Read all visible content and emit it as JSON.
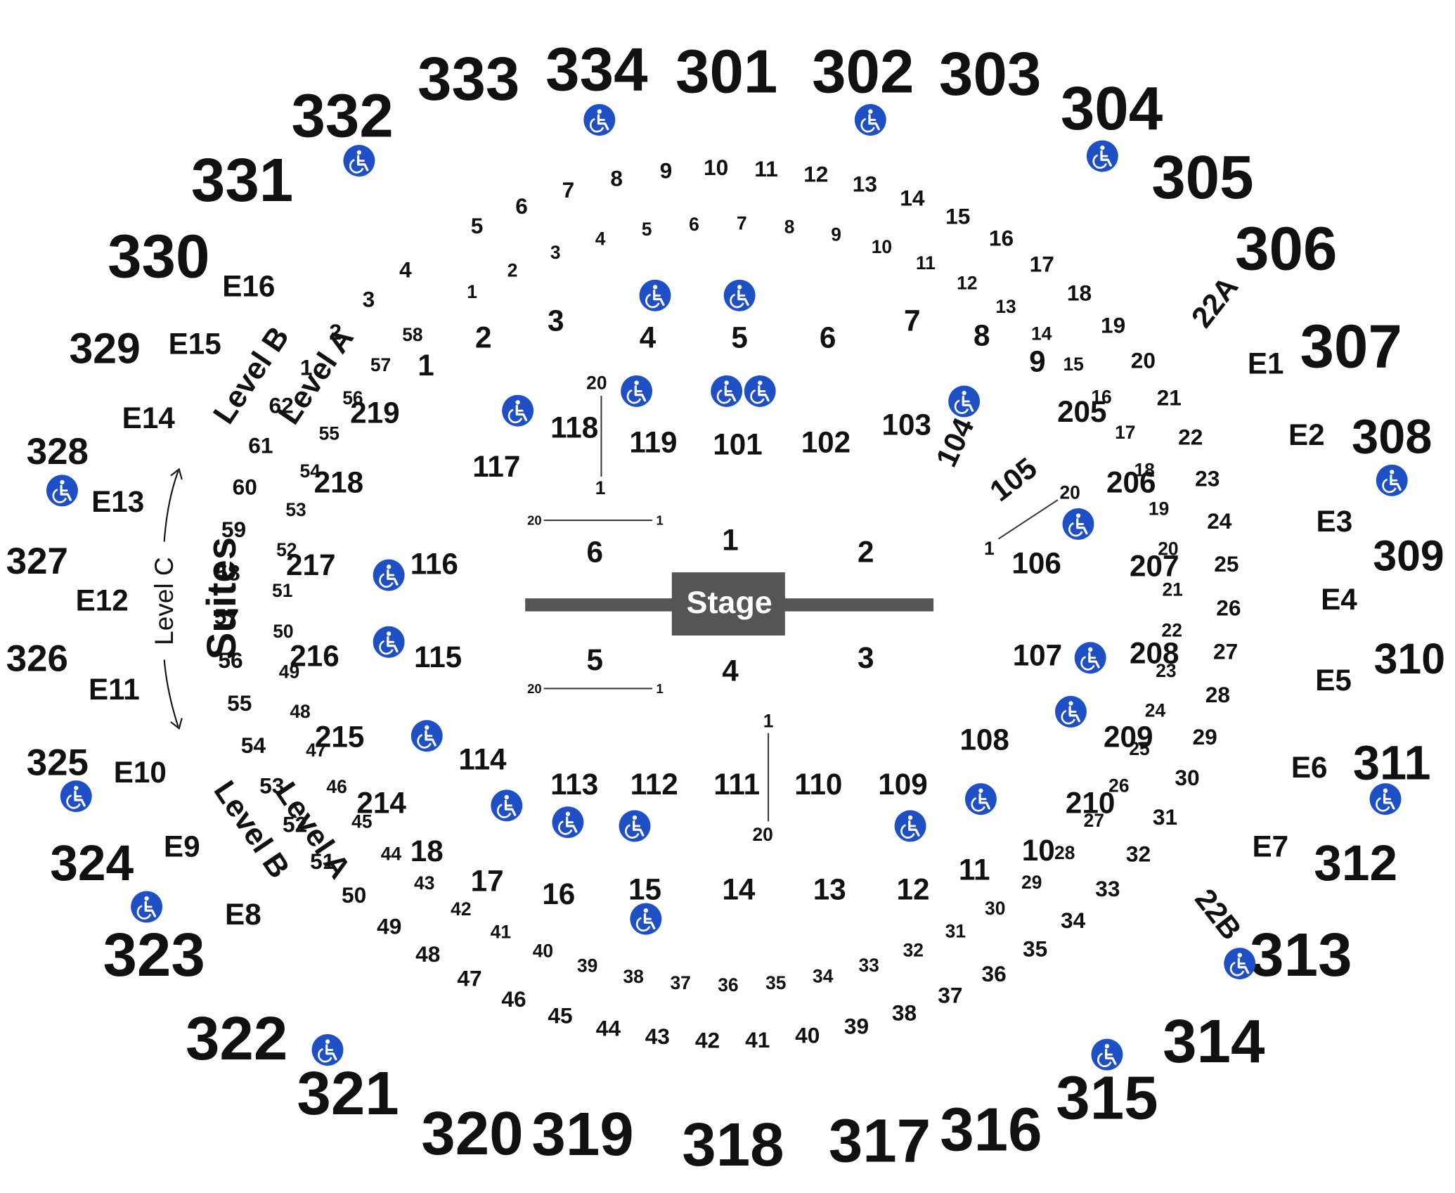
{
  "stage": {
    "label": "Stage",
    "color": "#555555"
  },
  "colors": {
    "text": "#111111",
    "accessible": "#1f4fc4"
  },
  "icon_name": "wheelchair-accessible-icon",
  "upper_sections": [
    "333",
    "334",
    "301",
    "302",
    "303",
    "332",
    "304",
    "331",
    "305",
    "330",
    "306",
    "329",
    "307",
    "328",
    "308",
    "327",
    "309",
    "326",
    "310",
    "325",
    "311",
    "324",
    "312",
    "323",
    "313",
    "322",
    "314",
    "321",
    "315",
    "320",
    "319",
    "318",
    "317",
    "316"
  ],
  "mid_sections": [
    "219",
    "218",
    "217",
    "216",
    "215",
    "214",
    "205",
    "206",
    "207",
    "208",
    "209",
    "210",
    "118",
    "119",
    "101",
    "102",
    "103",
    "104",
    "105",
    "117",
    "116",
    "115",
    "114",
    "113",
    "112",
    "111",
    "110",
    "109",
    "106",
    "107",
    "108"
  ],
  "floor_sections": [
    "1",
    "2",
    "3",
    "4",
    "5",
    "6"
  ],
  "suite_labels": [
    "E16",
    "E15",
    "E14",
    "E13",
    "E12",
    "E11",
    "E10",
    "E9",
    "E8",
    "E1",
    "E2",
    "E3",
    "E4",
    "E5",
    "E6",
    "E7"
  ],
  "suites_label": "Suites",
  "level_labels": {
    "b": "Level B",
    "a": "Level A",
    "c": "Level C"
  },
  "wedge_labels": [
    "2",
    "3",
    "4",
    "5",
    "6",
    "7",
    "8",
    "9",
    "10",
    "11",
    "1",
    "18",
    "17",
    "16",
    "15",
    "14",
    "13",
    "12",
    "22A",
    "22B",
    "23",
    "24",
    "25",
    "26",
    "27",
    "28",
    "29",
    "30",
    "31",
    "32",
    "33",
    "34",
    "35",
    "36",
    "37",
    "38",
    "39",
    "40",
    "41",
    "42",
    "43",
    "44",
    "45",
    "46",
    "47",
    "48",
    "49",
    "50",
    "51",
    "52",
    "53",
    "54",
    "55",
    "56",
    "57",
    "58",
    "59",
    "60",
    "61",
    "62",
    "19",
    "20",
    "21",
    "22"
  ],
  "bar_labels": [
    "20",
    "1"
  ],
  "row_labels": {
    "r1": [
      "5",
      "6",
      "7",
      "8",
      "9",
      "10",
      "11",
      "12",
      "13",
      "14",
      "15",
      "16",
      "17",
      "18",
      "19",
      "20",
      "21",
      "22",
      "23",
      "24",
      "25",
      "26",
      "27",
      "28",
      "29",
      "30",
      "31",
      "32",
      "33",
      "34",
      "35",
      "36",
      "37",
      "38",
      "39",
      "40",
      "41",
      "42",
      "43",
      "44",
      "45",
      "46",
      "47",
      "48",
      "49",
      "50",
      "51",
      "52",
      "53",
      "54",
      "55",
      "56",
      "57",
      "58",
      "59",
      "60",
      "61",
      "62",
      "1",
      "2",
      "3",
      "4"
    ],
    "r2": [
      "1",
      "2",
      "3",
      "4",
      "5",
      "6",
      "7",
      "8",
      "9",
      "10",
      "11",
      "12",
      "13",
      "14",
      "15",
      "16",
      "17",
      "18",
      "19",
      "20",
      "21",
      "22",
      "23",
      "24",
      "25",
      "26",
      "27",
      "28",
      "29",
      "30",
      "31",
      "32",
      "33",
      "34",
      "35",
      "36",
      "37",
      "38",
      "39",
      "40",
      "41",
      "42",
      "43",
      "44",
      "45",
      "46",
      "47",
      "48",
      "49",
      "50",
      "51",
      "52",
      "53",
      "54",
      "55",
      "56",
      "57",
      "58"
    ]
  }
}
